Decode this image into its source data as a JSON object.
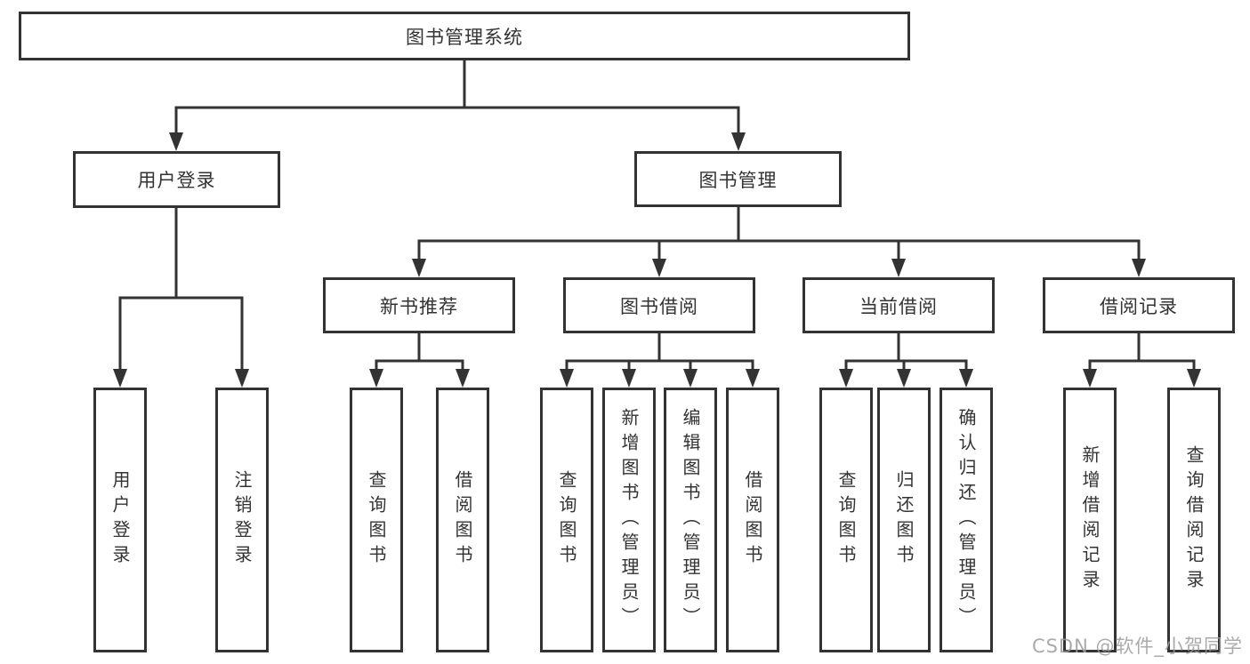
{
  "diagram": {
    "title": "图书管理系统",
    "root": {
      "label": "图书管理系统"
    },
    "level2": [
      {
        "label": "用户登录"
      },
      {
        "label": "图书管理"
      }
    ],
    "level3": [
      {
        "label": "新书推荐",
        "parent": "图书管理"
      },
      {
        "label": "图书借阅",
        "parent": "图书管理"
      },
      {
        "label": "当前借阅",
        "parent": "图书管理"
      },
      {
        "label": "借阅记录",
        "parent": "图书管理"
      }
    ],
    "leaves": [
      {
        "label": "用户登录",
        "parent": "用户登录"
      },
      {
        "label": "注销登录",
        "parent": "用户登录"
      },
      {
        "label": "查询图书",
        "parent": "新书推荐"
      },
      {
        "label": "借阅图书",
        "parent": "新书推荐"
      },
      {
        "label": "查询图书",
        "parent": "图书借阅"
      },
      {
        "label": "新增图书（管理员）",
        "parent": "图书借阅"
      },
      {
        "label": "编辑图书（管理员）",
        "parent": "图书借阅"
      },
      {
        "label": "借阅图书",
        "parent": "图书借阅"
      },
      {
        "label": "查询图书",
        "parent": "当前借阅"
      },
      {
        "label": "归还图书",
        "parent": "当前借阅"
      },
      {
        "label": "确认归还（管理员）",
        "parent": "当前借阅"
      },
      {
        "label": "新增借阅记录",
        "parent": "借阅记录"
      },
      {
        "label": "查询借阅记录",
        "parent": "借阅记录"
      }
    ]
  },
  "watermark": {
    "text": "CSDN @软件_小贺同学"
  },
  "colors": {
    "line": "#333333",
    "border": "#333333",
    "fill": "#ffffff",
    "text": "#333333",
    "watermark": "#9c9c9c"
  }
}
